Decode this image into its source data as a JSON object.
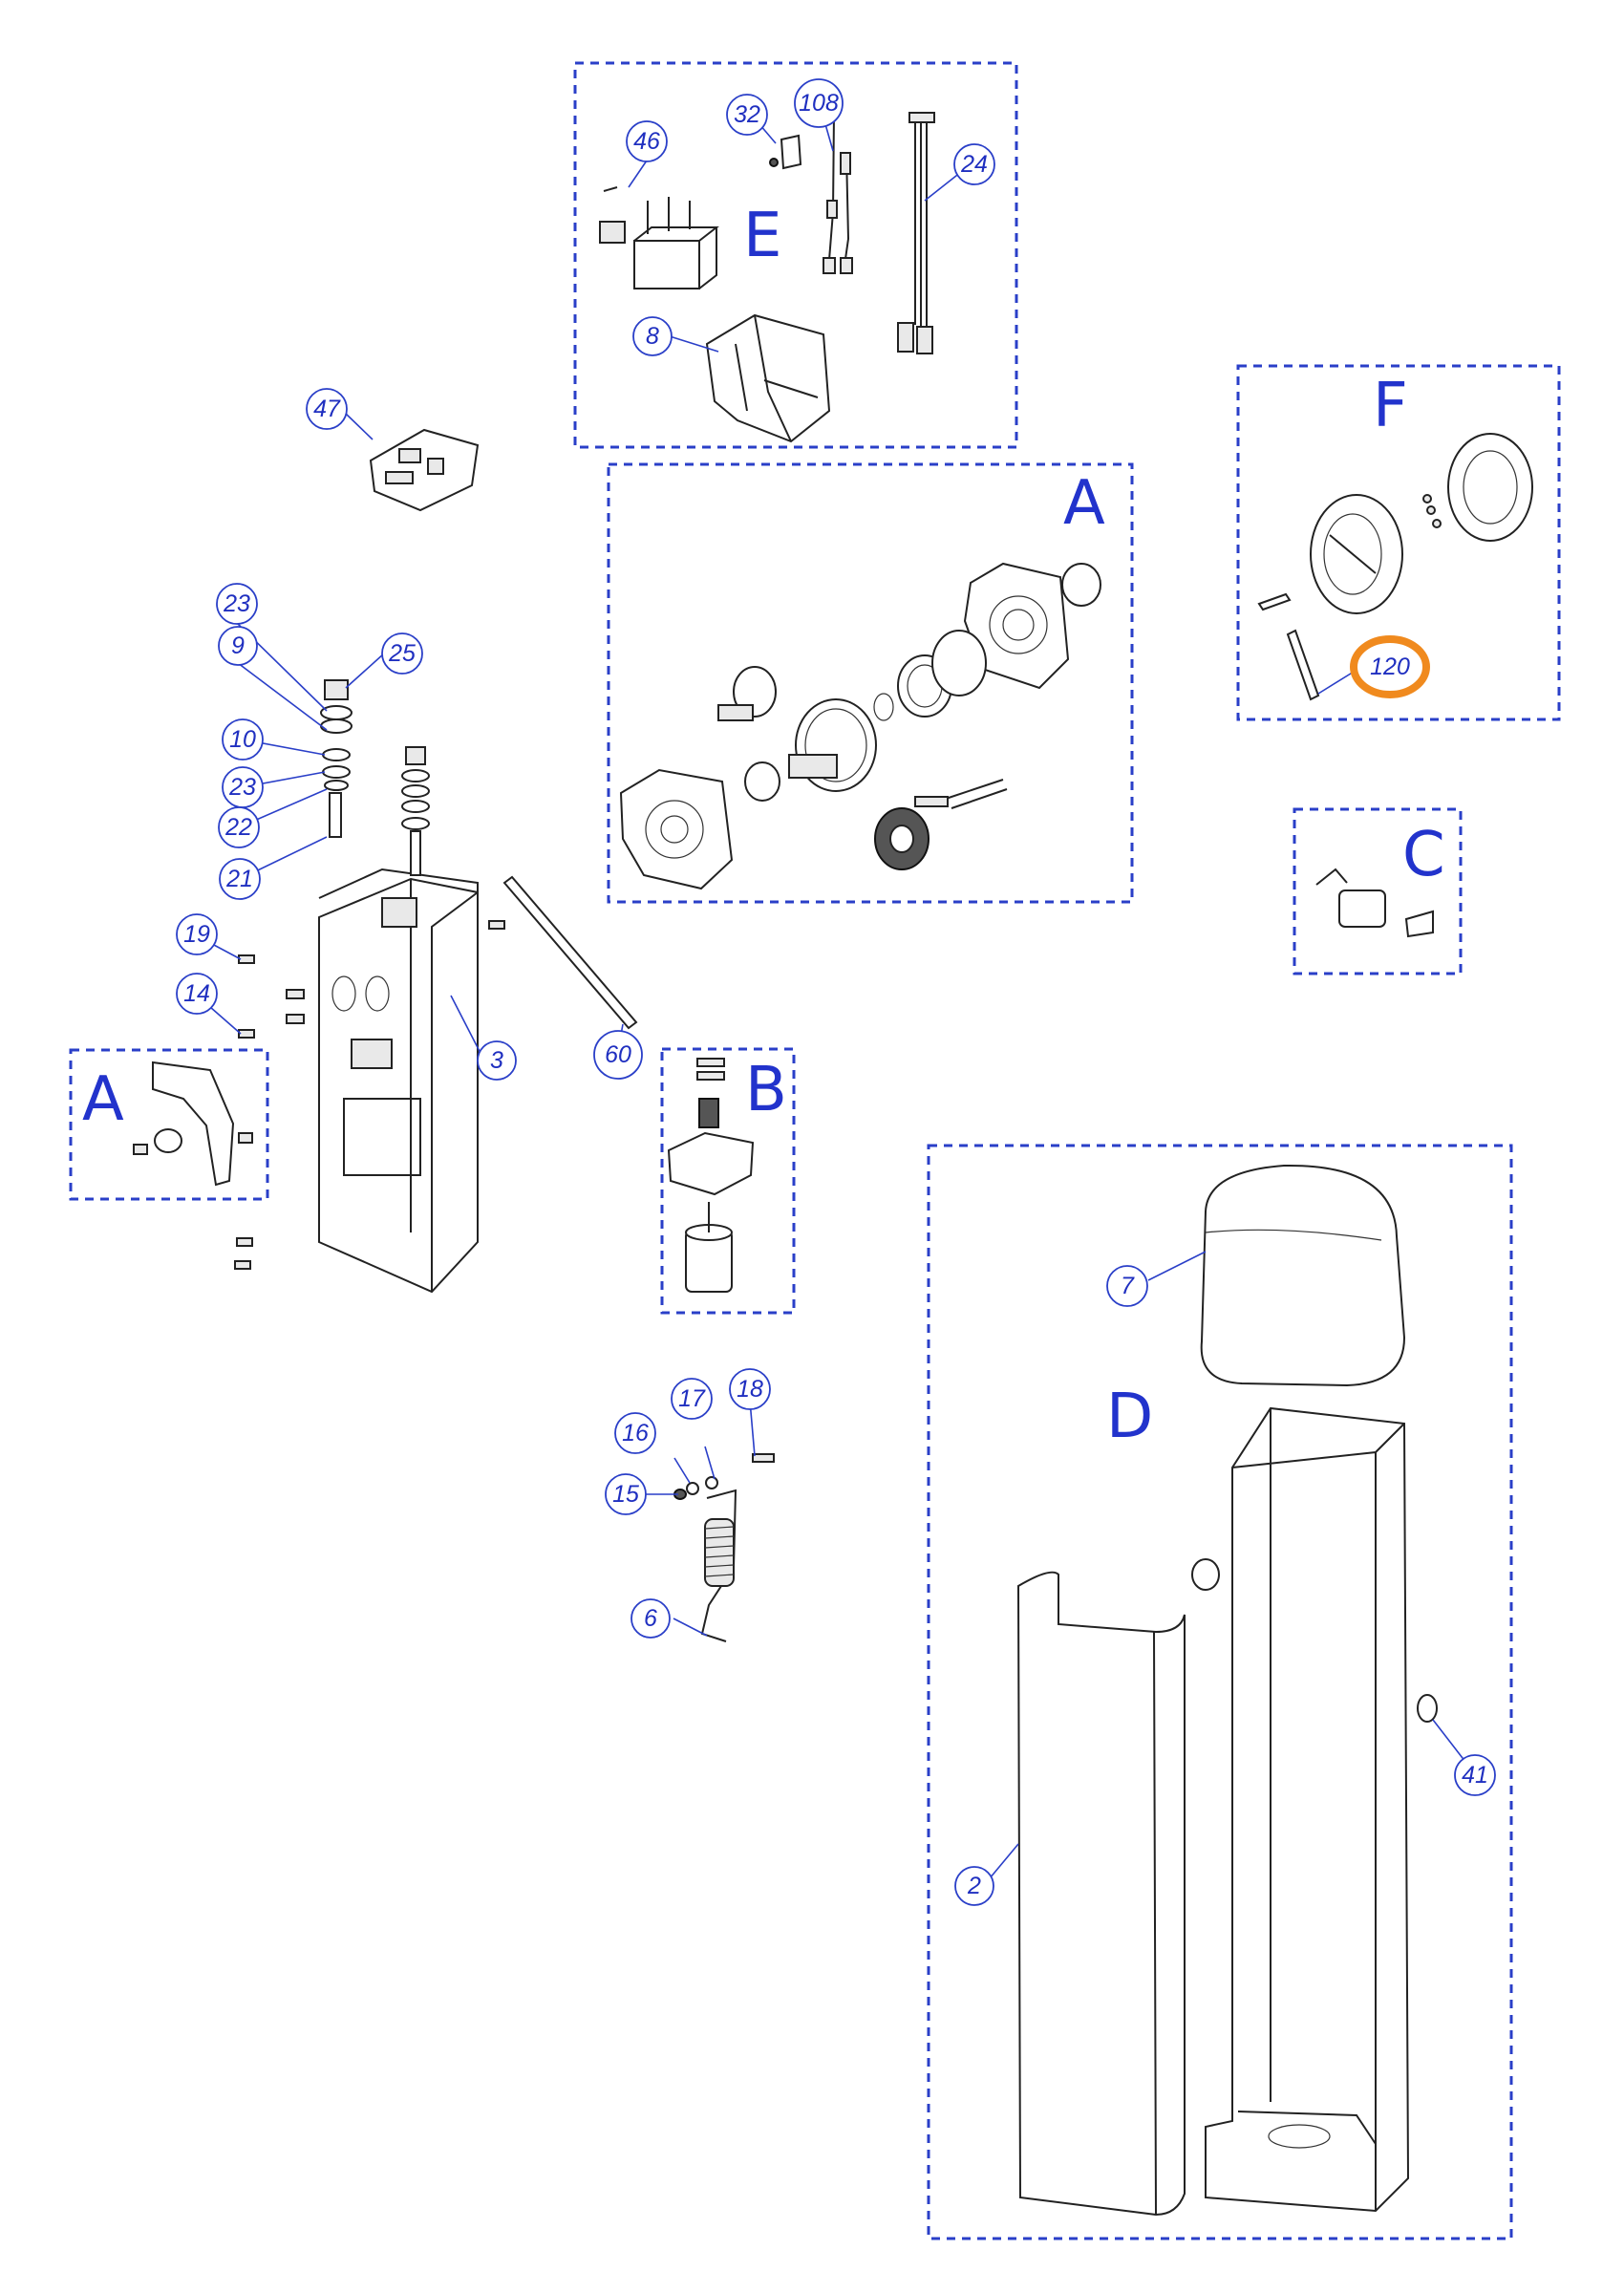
{
  "diagram": {
    "sections": [
      {
        "id": "E",
        "label": "E"
      },
      {
        "id": "A",
        "label": "A"
      },
      {
        "id": "F",
        "label": "F"
      },
      {
        "id": "C",
        "label": "C"
      },
      {
        "id": "A2",
        "label": "A"
      },
      {
        "id": "B",
        "label": "B"
      },
      {
        "id": "D",
        "label": "D"
      }
    ],
    "callouts": [
      "46",
      "32",
      "108",
      "24",
      "8",
      "47",
      "23",
      "9",
      "25",
      "10",
      "23",
      "22",
      "21",
      "19",
      "14",
      "3",
      "60",
      "120",
      "15",
      "16",
      "17",
      "18",
      "6",
      "7",
      "2",
      "41"
    ],
    "highlighted_callout": "120",
    "colors": {
      "box": "#2a3fc8",
      "callout_text": "#1f2fc0",
      "highlight": "#f08a1e"
    }
  }
}
